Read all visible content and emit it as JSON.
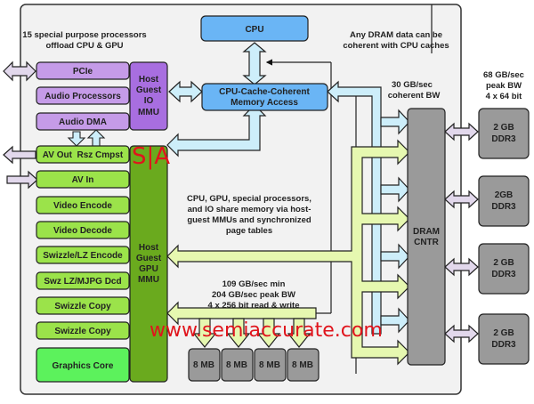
{
  "diagram": {
    "notes": {
      "special_processors": [
        "15 special purpose processors",
        "offload CPU & GPU"
      ],
      "coherent": [
        "Any DRAM data can be",
        "coherent with CPU caches"
      ],
      "coherent_bw": [
        "30 GB/sec",
        "coherent BW"
      ],
      "peak_bw": [
        "68 GB/sec",
        "peak BW",
        "4 x 64 bit"
      ],
      "shared_memory": [
        "CPU, GPU, special processors,",
        "and IO share memory via host-",
        "guest MMUs and synchronized",
        "page tables"
      ],
      "esram_bw": [
        "109 GB/sec min",
        "204 GB/sec peak BW",
        "4 x 256 bit read & write"
      ]
    },
    "blocks": {
      "cpu": "CPU",
      "coherent_access": [
        "CPU-Cache-Coherent",
        "Memory Access"
      ],
      "io_mmu": [
        "Host",
        "Guest",
        "IO",
        "MMU"
      ],
      "gpu_mmu": [
        "Host",
        "Guest",
        "GPU",
        "MMU"
      ],
      "dram_cntr": [
        "DRAM",
        "CNTR"
      ],
      "purple_units": [
        "PCIe",
        "Audio Processors",
        "Audio DMA"
      ],
      "green_units": [
        "AV Out  Rsz Cmpst",
        "AV In",
        "Video Encode",
        "Video Decode",
        "Swizzle/LZ Encode",
        "Swz LZ/MJPG Dcd",
        "Swizzle Copy",
        "Swizzle Copy"
      ],
      "graphics_core": "Graphics Core",
      "esram": [
        "8 MB",
        "8 MB",
        "8 MB",
        "8 MB"
      ],
      "ddr3": [
        [
          "2 GB",
          "DDR3"
        ],
        [
          "2GB",
          "DDR3"
        ],
        [
          "2 GB",
          "DDR3"
        ],
        [
          "2 GB",
          "DDR3"
        ]
      ]
    },
    "watermarks": {
      "logo": "S|A",
      "url": "www.semiaccurate.com"
    },
    "colors": {
      "purple": "#c59be8",
      "purple_dark": "#a86ee0",
      "green_light": "#9be34a",
      "green_bright": "#5cf25c",
      "green_dark": "#6aaa1e",
      "blue": "#6ab5f5",
      "arrow_blue": "#cdeefa",
      "arrow_green": "#e6f8b0",
      "arrow_lilac": "#e2d8ec",
      "gray": "#9a9a9a",
      "panel": "#f2f2f2",
      "watermark": "#e0141c"
    }
  }
}
